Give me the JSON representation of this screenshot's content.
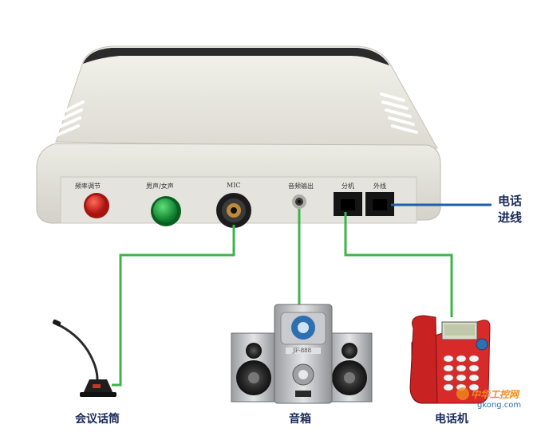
{
  "device": {
    "panel_labels": [
      "频率调节",
      "男声/女声",
      "MIC",
      "音频输出",
      "分机",
      "外线"
    ]
  },
  "side_label": {
    "line1": "电话",
    "line2": "进线"
  },
  "captions": {
    "microphone": "会议话筒",
    "speakers": "音箱",
    "phone": "电话机"
  },
  "speaker_badge": "JF-888",
  "watermark": {
    "brand": "中华工控网",
    "url": "gkong.com"
  },
  "colors": {
    "cable_green": "#3cb44a",
    "cable_blue": "#1f5fa8",
    "button_red": "#d8241c",
    "button_green": "#12a33c",
    "phone_red": "#d92a2a"
  }
}
